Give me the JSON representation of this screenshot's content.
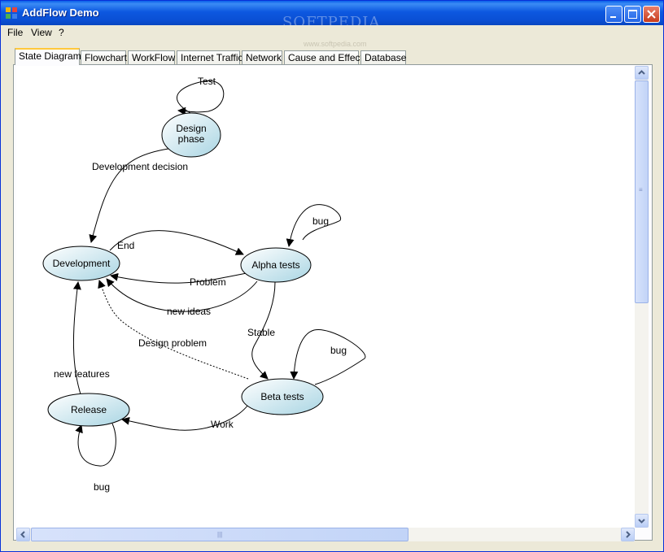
{
  "window": {
    "title": "AddFlow Demo",
    "watermark": "SOFTPEDIA",
    "watermark_url": "www.softpedia.com"
  },
  "menu": [
    "File",
    "View",
    "?"
  ],
  "tabs": [
    "State Diagram",
    "Flowchart",
    "WorkFlow",
    "Internet Traffic",
    "Network",
    "Cause and Effect",
    "Database"
  ],
  "active_tab": "State Diagram",
  "diagram": {
    "nodes": {
      "design": "Design\nphase",
      "development": "Development",
      "alpha": "Alpha tests",
      "beta": "Beta tests",
      "release": "Release"
    },
    "links": {
      "test": "Test",
      "dev_decision": "Development decision",
      "end": "End",
      "bug_alpha": "bug",
      "problem": "Problem",
      "new_ideas": "new ideas",
      "stable": "Stable",
      "design_problem": "Design problem",
      "bug_beta": "bug",
      "new_features": "new features",
      "work": "Work",
      "bug_release": "bug"
    }
  },
  "colors": {
    "titlebar": "#0a5fea",
    "node_fill_light": "#ffffff",
    "node_fill_dark": "#a9d5e3",
    "active_tab_accent": "#ffc83c"
  }
}
